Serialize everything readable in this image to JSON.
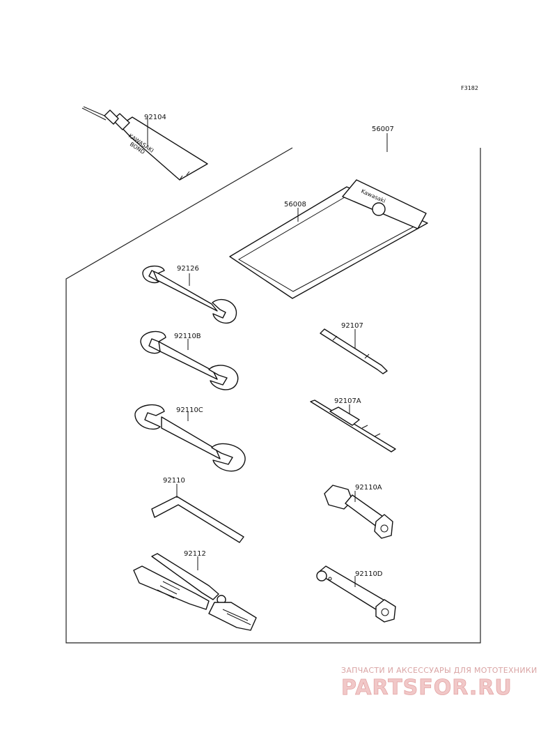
{
  "figure_code": "F3182",
  "labels": {
    "tube_adhesive": "92104",
    "tool_kit": "56007",
    "tool_bag": "56008",
    "wrench_a": "92126",
    "wrench_b": "92110B",
    "wrench_c": "92110C",
    "hex_key": "92110",
    "pliers": "92112",
    "screwdriver": "92107",
    "screwdriver_handle": "92107A",
    "spark_plug_wrench": "92110A",
    "box_wrench": "92110D"
  },
  "printed_marks": {
    "tube_brand": "KAWASAKI",
    "tube_text": "BOND",
    "bag_brand": "Kawasaki"
  },
  "watermark": {
    "tagline": "ЗАПЧАСТИ И АКСЕССУАРЫ ДЛЯ МОТОТЕХНИКИ",
    "site": "PARTSFOR.RU"
  }
}
